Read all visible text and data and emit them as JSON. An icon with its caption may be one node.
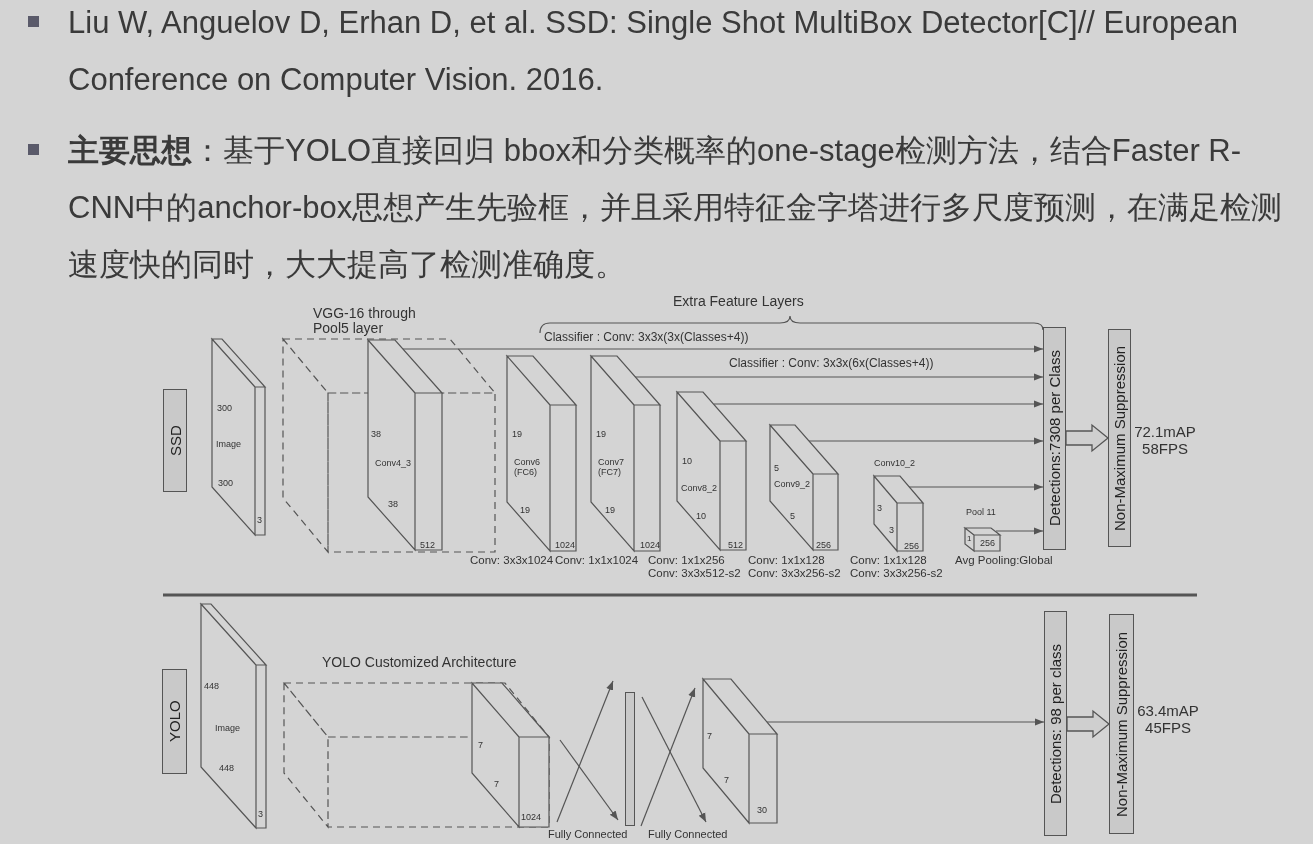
{
  "diagram": {
    "nodes": [
      {
        "text": [
          "SSD"
        ]
      },
      {
        "text": [
          "300",
          "Image",
          "300",
          "3"
        ]
      },
      {
        "text": [
          "VGG-16 through Pool5 layer"
        ]
      },
      {
        "text": [
          "38",
          "Conv4_3",
          "38",
          "512"
        ],
        "in": 2
      },
      {
        "text": [
          "19",
          "Conv6 (FC6)",
          "19",
          "1024"
        ],
        "beside": [
          "Conv: 3x3x1024"
        ]
      },
      {
        "text": [
          "19",
          "Conv7 (FC7)",
          "19",
          "1024"
        ],
        "beside": [
          "Conv: 1x1x1024"
        ]
      },
      {
        "text": [
          "10",
          "Conv8_2",
          "10",
          "512"
        ],
        "beside": [
          "Conv: 1x1x256 Conv: 3x3x512-s2"
        ]
      },
      {
        "text": [
          "5",
          "Conv9_2",
          "5",
          "256"
        ],
        "beside": [
          "Conv: 1x1x128 Conv: 3x3x256-s2"
        ]
      },
      {
        "text": [
          "Conv10_2",
          "3",
          "3",
          "256"
        ],
        "beside": [
          "Conv: 1x1x128 Conv: 3x3x256-s2"
        ]
      },
      {
        "text": [
          "Pool 11",
          "1",
          "256"
        ],
        "beside": [
          "Avg Pooling:Global"
        ]
      },
      {
        "text": [
          "Detections:7308 per Class"
        ]
      },
      {
        "text": [
          "Non-Maximum Suppression"
        ],
        "beside": [
          "72.1mAP 58FPS"
        ]
      },
      {
        "text": [
          "YOLO"
        ]
      },
      {
        "text": [
          "448",
          "Image",
          "448",
          "3"
        ]
      },
      {
        "text": [
          "YOLO Customized Architecture"
        ]
      },
      {
        "text": [
          "7",
          "7",
          "1024"
        ],
        "in": 14
      },
      {
        "text": [],
        "shape": "bar"
      },
      {
        "text": [
          "7",
          "7",
          "30"
        ]
      },
      {
        "text": [
          "Detections: 98 per class"
        ]
      },
      {
        "text": [
          "Non-Maximum Suppression"
        ],
        "beside": [
          "63.4mAP 45FPS"
        ]
      }
    ],
    "edges": [
      {
        "from": 3,
        "to": 10,
        "arrow": "to",
        "label": "Classifier : Conv: 3x3x(3x(Classes+4))"
      },
      {
        "from": 5,
        "to": 10,
        "arrow": "to",
        "label": "Classifier : Conv: 3x3x(6x(Classes+4))"
      },
      {
        "from": 6,
        "to": 10,
        "arrow": "to"
      },
      {
        "from": 7,
        "to": 10,
        "arrow": "to"
      },
      {
        "from": 8,
        "to": 10,
        "arrow": "to"
      },
      {
        "from": 9,
        "to": 10,
        "arrow": "to"
      },
      {
        "from": 10,
        "to": 11,
        "arrow": "to",
        "style": "thick"
      },
      {
        "from": 15,
        "to": 16,
        "arrow": "to"
      },
      {
        "from": 15,
        "to": 16,
        "arrow": "to"
      },
      {
        "from": 16,
        "to": 17,
        "arrow": "to"
      },
      {
        "from": 16,
        "to": 17,
        "arrow": "to"
      },
      {
        "from": 17,
        "to": 18,
        "arrow": "to"
      },
      {
        "from": 18,
        "to": 19,
        "arrow": "to",
        "style": "thick"
      }
    ],
    "labels": [
      "Liu W, Anguelov D, Erhan D, et al. SSD: Single Shot MultiBox Detector[C]// European Conference on Computer Vision. 2016.",
      "**主要思想**：基于YOLO直接回归 bbox和分类概率的one-stage检测方法，结合Faster R-CNN中的anchor-box思想产生先验框，并且采用特征金字塔进行多尺度预测，在满足检测速度快的同时，大大提高了检测准确度。",
      "Extra Feature Layers",
      "Fully Connected",
      "Fully Connected"
    ]
  }
}
